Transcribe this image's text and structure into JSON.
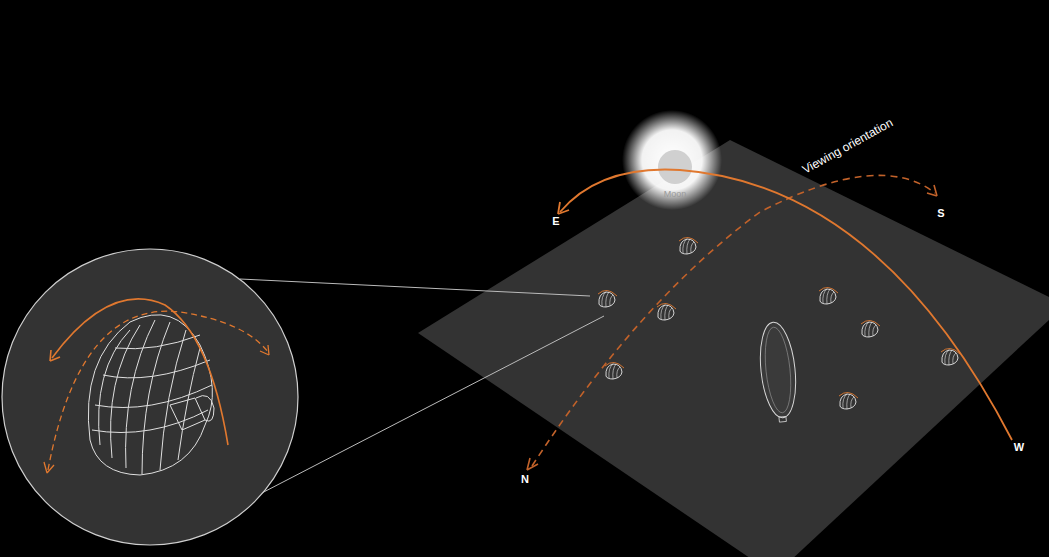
{
  "diagram": {
    "labels": [
      "Moon",
      "E",
      "S",
      "N",
      "W",
      "Viewing orientation"
    ]
  }
}
